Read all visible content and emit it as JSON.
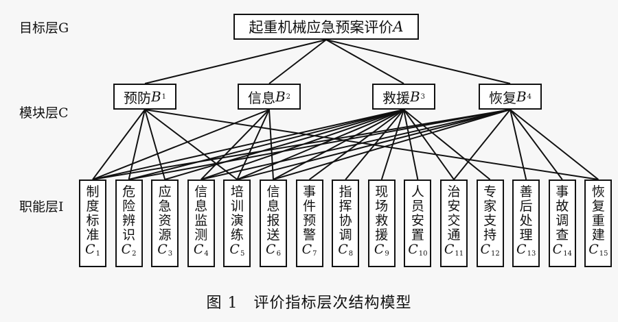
{
  "layers": {
    "goal_label": "目标层G",
    "module_label": "模块层C",
    "function_label": "职能层I"
  },
  "goal": {
    "text": "起重机械应急预案评价",
    "symbol": "A",
    "sub": ""
  },
  "modules": [
    {
      "text": "预防",
      "symbol": "B",
      "sub": "1"
    },
    {
      "text": "信息",
      "symbol": "B",
      "sub": "2"
    },
    {
      "text": "救援",
      "symbol": "B",
      "sub": "3"
    },
    {
      "text": "恢复",
      "symbol": "B",
      "sub": "4"
    }
  ],
  "functions": [
    {
      "chars": [
        "制",
        "度",
        "标",
        "准"
      ],
      "symbol": "C",
      "sub": "1"
    },
    {
      "chars": [
        "危",
        "险",
        "辨",
        "识"
      ],
      "symbol": "C",
      "sub": "2"
    },
    {
      "chars": [
        "应",
        "急",
        "资",
        "源"
      ],
      "symbol": "C",
      "sub": "3"
    },
    {
      "chars": [
        "信",
        "息",
        "监",
        "测"
      ],
      "symbol": "C",
      "sub": "4"
    },
    {
      "chars": [
        "培",
        "训",
        "演",
        "练"
      ],
      "symbol": "C",
      "sub": "5"
    },
    {
      "chars": [
        "信",
        "息",
        "报",
        "送"
      ],
      "symbol": "C",
      "sub": "6"
    },
    {
      "chars": [
        "事",
        "件",
        "预",
        "警"
      ],
      "symbol": "C",
      "sub": "7"
    },
    {
      "chars": [
        "指",
        "挥",
        "协",
        "调"
      ],
      "symbol": "C",
      "sub": "8"
    },
    {
      "chars": [
        "现",
        "场",
        "救",
        "援"
      ],
      "symbol": "C",
      "sub": "9"
    },
    {
      "chars": [
        "人",
        "员",
        "安",
        "置"
      ],
      "symbol": "C",
      "sub": "10"
    },
    {
      "chars": [
        "治",
        "安",
        "交",
        "通"
      ],
      "symbol": "C",
      "sub": "11"
    },
    {
      "chars": [
        "专",
        "家",
        "支",
        "持"
      ],
      "symbol": "C",
      "sub": "12"
    },
    {
      "chars": [
        "善",
        "后",
        "处",
        "理"
      ],
      "symbol": "C",
      "sub": "13"
    },
    {
      "chars": [
        "事",
        "故",
        "调",
        "查"
      ],
      "symbol": "C",
      "sub": "14"
    },
    {
      "chars": [
        "恢",
        "复",
        "重",
        "建"
      ],
      "symbol": "C",
      "sub": "15"
    }
  ],
  "links": {
    "goal_to_modules": [
      0,
      1,
      2,
      3
    ],
    "module_to_functions": [
      [
        0,
        1,
        2,
        4,
        14
      ],
      [
        0,
        3,
        4,
        5
      ],
      [
        0,
        1,
        2,
        3,
        4,
        5,
        6,
        7,
        8,
        9,
        10,
        11
      ],
      [
        0,
        1,
        3,
        4,
        5,
        10,
        12,
        13,
        14
      ]
    ]
  },
  "caption": "图 1　评价指标层次结构模型"
}
